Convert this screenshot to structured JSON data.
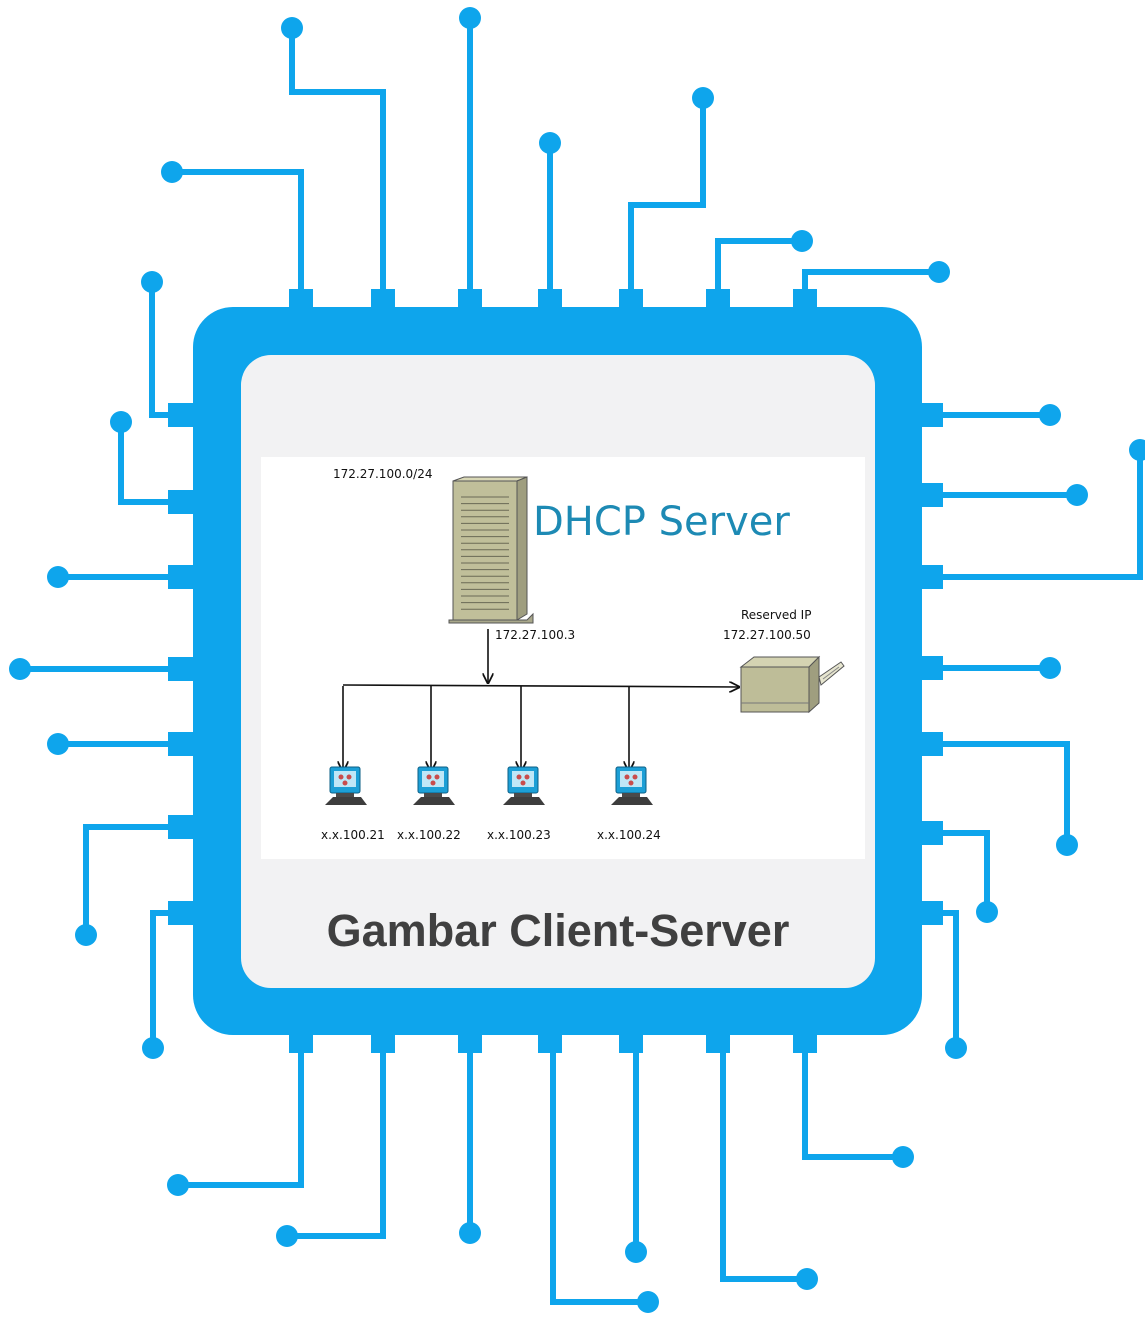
{
  "diagram": {
    "subnet_label": "172.27.100.0/24",
    "server_title": "DHCP Server",
    "server_ip": "172.27.100.3",
    "reserved_label": "Reserved IP",
    "reserved_ip": "172.27.100.50",
    "clients": [
      "x.x.100.21",
      "x.x.100.22",
      "x.x.100.23",
      "x.x.100.24"
    ]
  },
  "caption": "Gambar Client-Server",
  "colors": {
    "circuit": "#0ea5ec",
    "panel": "#f2f2f3",
    "title_text": "#1d8ab4",
    "caption_text": "#404040"
  }
}
